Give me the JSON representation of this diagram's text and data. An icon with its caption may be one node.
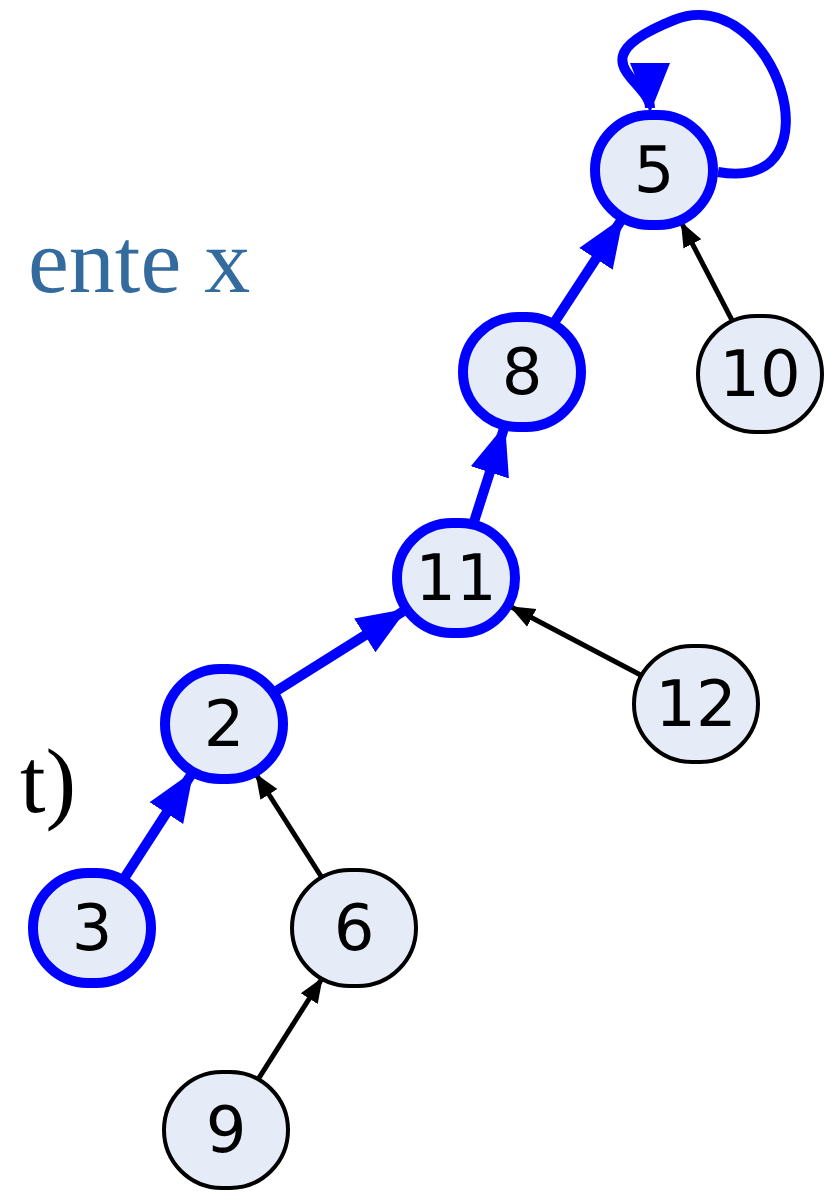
{
  "diagram": {
    "nodes": [
      {
        "text": [
          "5"
        ]
      },
      {
        "text": [
          "8"
        ]
      },
      {
        "text": [
          "10"
        ]
      },
      {
        "text": [
          "11"
        ]
      },
      {
        "text": [
          "12"
        ]
      },
      {
        "text": [
          "2"
        ]
      },
      {
        "text": [
          "3"
        ]
      },
      {
        "text": [
          "6"
        ]
      },
      {
        "text": [
          "9"
        ]
      }
    ],
    "edges": [
      {
        "from": 0,
        "to": 0,
        "arrow": "to"
      },
      {
        "from": 1,
        "to": 0,
        "arrow": "to"
      },
      {
        "from": 2,
        "to": 0,
        "arrow": "to",
        "color": "#000000"
      },
      {
        "from": 3,
        "to": 1,
        "arrow": "to"
      },
      {
        "from": 4,
        "to": 3,
        "arrow": "to",
        "color": "#000000"
      },
      {
        "from": 5,
        "to": 3,
        "arrow": "to"
      },
      {
        "from": 6,
        "to": 5,
        "arrow": "to"
      },
      {
        "from": 7,
        "to": 5,
        "arrow": "to",
        "color": "#000000"
      },
      {
        "from": 8,
        "to": 7,
        "arrow": "to",
        "color": "#000000"
      }
    ],
    "labels": [
      "ente x",
      "t)"
    ]
  }
}
